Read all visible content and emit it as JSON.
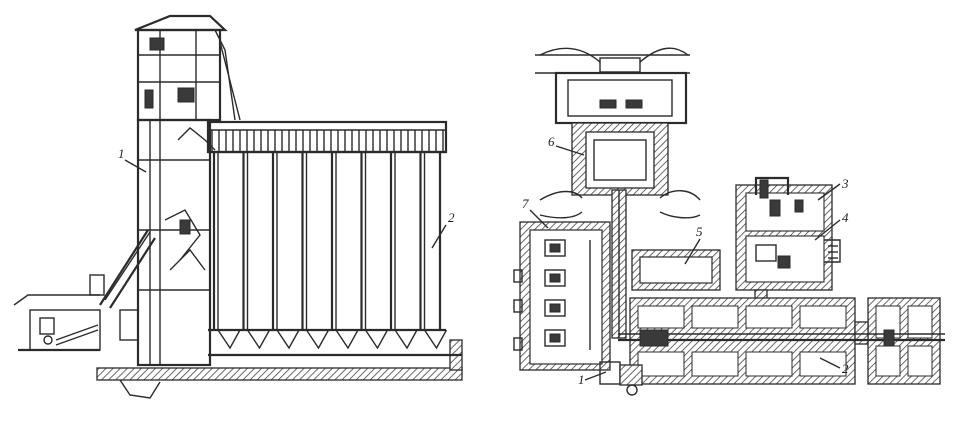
{
  "section_view": {
    "labels": [
      {
        "id": "elevator-tower",
        "text": "1"
      },
      {
        "id": "silo-bank",
        "text": "2"
      }
    ]
  },
  "plan_view": {
    "labels": [
      {
        "id": "gallery",
        "text": "1"
      },
      {
        "id": "silos",
        "text": "2"
      },
      {
        "id": "room-3",
        "text": "3"
      },
      {
        "id": "room-4",
        "text": "4"
      },
      {
        "id": "room-5",
        "text": "5"
      },
      {
        "id": "tower-plan",
        "text": "6"
      },
      {
        "id": "building-7",
        "text": "7"
      }
    ]
  },
  "colors": {
    "ink": "#2b2b2b",
    "background": "#ffffff"
  }
}
